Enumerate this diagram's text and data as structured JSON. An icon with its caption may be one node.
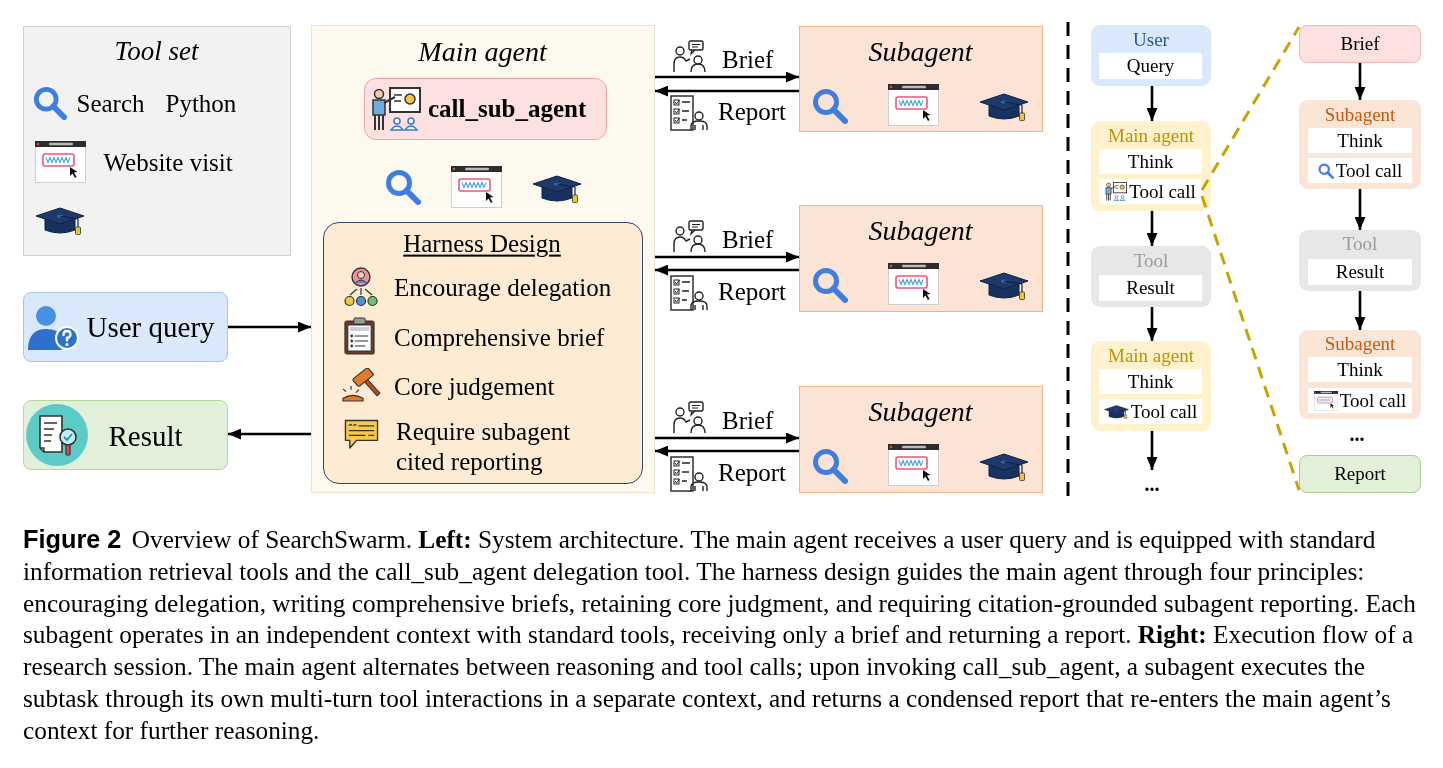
{
  "diagram": {
    "caption": "**Figure 2** Overview of SearchSwarm. **Left:** System architecture. The main agent receives a user query and is equipped with standard information retrieval tools and the call_sub_agent delegation tool. The harness design guides the main agent through four principles: encouraging delegation, writing comprehensive briefs, retaining core judgment, and requiring citation-grounded subagent reporting. Each subagent operates in an independent context with standard tools, receiving only a brief and returning a report. **Right:** Execution flow of a research session. The main agent alternates between reasoning and tool calls; upon invoking call_sub_agent, a subagent executes the subtask through its own multi-turn tool interactions in a separate context, and returns a condensed report that re-enters the main agent’s context for further reasoning.",
    "nodes": [
      {
        "text": [
          "Tool set",
          "Search",
          "Python",
          "Website visit"
        ]
      },
      {
        "text": [
          "User query"
        ]
      },
      {
        "text": [
          "Result"
        ]
      },
      {
        "text": [
          "Main agent"
        ]
      },
      {
        "text": [
          "call_sub_agent"
        ],
        "in": 3
      },
      {
        "text": [
          "Harness Design",
          "Encourage delegation",
          "Comprehensive brief",
          "Core judgement",
          "Require subagent cited reporting"
        ],
        "in": 3
      },
      {
        "text": [
          "Subagent"
        ]
      },
      {
        "text": [
          "Subagent"
        ]
      },
      {
        "text": [
          "Subagent"
        ]
      },
      {
        "text": [
          "User"
        ]
      },
      {
        "text": [
          "Query"
        ],
        "in": 9
      },
      {
        "text": [
          "Main agent"
        ]
      },
      {
        "text": [
          "Think"
        ],
        "in": 11
      },
      {
        "text": [
          "Tool call"
        ],
        "in": 11
      },
      {
        "text": [
          "Tool"
        ]
      },
      {
        "text": [
          "Result"
        ],
        "in": 14
      },
      {
        "text": [
          "Main agent"
        ]
      },
      {
        "text": [
          "Think"
        ],
        "in": 16
      },
      {
        "text": [
          "Tool call"
        ],
        "in": 16
      },
      {
        "text": [
          "..."
        ]
      },
      {
        "text": [
          "Brief"
        ]
      },
      {
        "text": [
          "Subagent"
        ]
      },
      {
        "text": [
          "Think"
        ],
        "in": 21
      },
      {
        "text": [
          "Tool call"
        ],
        "in": 21
      },
      {
        "text": [
          "Tool"
        ]
      },
      {
        "text": [
          "Result"
        ],
        "in": 24
      },
      {
        "text": [
          "Subagent"
        ]
      },
      {
        "text": [
          "Think"
        ],
        "in": 26
      },
      {
        "text": [
          "Tool call"
        ],
        "in": 26
      },
      {
        "text": [
          "Report"
        ]
      }
    ],
    "edges": [
      {
        "from": 1,
        "to": 3,
        "arrow": "to"
      },
      {
        "from": 3,
        "to": 2,
        "arrow": "to"
      },
      {
        "from": 3,
        "to": 6,
        "arrow": "to",
        "label": "Brief"
      },
      {
        "from": 6,
        "to": 3,
        "arrow": "to",
        "label": "Report"
      },
      {
        "from": 3,
        "to": 7,
        "arrow": "to",
        "label": "Brief"
      },
      {
        "from": 7,
        "to": 3,
        "arrow": "to",
        "label": "Report"
      },
      {
        "from": 3,
        "to": 8,
        "arrow": "to",
        "label": "Brief"
      },
      {
        "from": 8,
        "to": 3,
        "arrow": "to",
        "label": "Report"
      },
      {
        "from": 9,
        "to": 11,
        "arrow": "to"
      },
      {
        "from": 11,
        "to": 14,
        "arrow": "to"
      },
      {
        "from": 14,
        "to": 16,
        "arrow": "to"
      },
      {
        "from": 16,
        "to": 19,
        "arrow": "to"
      },
      {
        "from": 20,
        "to": 21,
        "arrow": "to"
      },
      {
        "from": 21,
        "to": 24,
        "arrow": "to"
      },
      {
        "from": 24,
        "to": 26,
        "arrow": "to"
      },
      {
        "from": 13,
        "to": 20,
        "arrow": "none",
        "style": "dashed",
        "color": "#c9a300"
      },
      {
        "from": 13,
        "to": 29,
        "arrow": "none",
        "style": "dashed",
        "color": "#c9a300"
      }
    ],
    "labels": [
      "..."
    ]
  }
}
